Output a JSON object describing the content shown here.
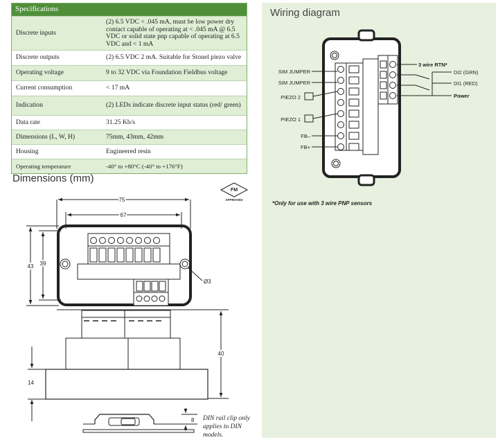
{
  "specifications": {
    "header": "Specifications",
    "rows": [
      {
        "label": "Discrete inputs",
        "value": "(2) 6.5 VDC < .045 mA, must be low power dry contact capable of operating at < .045 mA @ 6.5 VDC or solid state pnp capable of operating at 6.5 VDC and < 1 mA"
      },
      {
        "label": "Discrete outputs",
        "value": "(2) 6.5 VDC 2 mA. Suitable for Stonel piezo valve"
      },
      {
        "label": "Operating voltage",
        "value": "9 to 32 VDC via Foundation Fieldbus voltage"
      },
      {
        "label": "Current consumption",
        "value": "< 17 mA"
      },
      {
        "label": "Indication",
        "value": "(2) LEDs indicate discrete input status (red/ green)"
      },
      {
        "label": "Data rate",
        "value": "31.25 Kb/s"
      },
      {
        "label": "Dimensions (L, W, H)",
        "value": "75mm, 43mm, 42mm"
      },
      {
        "label": "Housing",
        "value": "Engineered resin"
      },
      {
        "label": "Operating temperature",
        "value": "-40° to +80°C (-40° to +176°F)"
      }
    ]
  },
  "dimensions": {
    "title": "Dimensions (mm)",
    "labels": {
      "width_outer": "75",
      "width_inner": "67",
      "height_outer": "43",
      "height_inner": "39",
      "hole_diameter": "Ø3",
      "depth_total": "40",
      "base_height": "14",
      "clip_height": "8"
    },
    "approval": {
      "line1": "FM",
      "line2": "APPROVED"
    },
    "din_note": "DIN rail clip only applies to DIN models."
  },
  "wiring": {
    "title": "Wiring diagram",
    "left_labels": {
      "sim1": "SIM JUMPER",
      "sim2": "SIM JUMPER",
      "piezo2": "PIEZO 2",
      "piezo1": "PIEZO 1",
      "fb_minus": "FB–",
      "fb_plus": "FB+"
    },
    "right_labels": {
      "rtn": "3 wire RTN*",
      "di2": "DI2 (GRN)",
      "di1": "DI1 (RED)",
      "power": "Power"
    },
    "footnote": "*Only for use with 3 wire PNP sensors"
  },
  "colors": {
    "header_green": "#4f8f3a",
    "row_green": "#dfeed5",
    "panel_green": "#e8f1df"
  }
}
